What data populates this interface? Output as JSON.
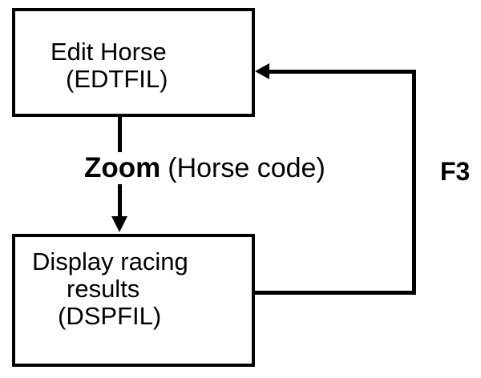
{
  "diagram": {
    "background_color": "#ffffff",
    "line_color": "#000000",
    "nodes": {
      "edit_horse": {
        "line1": "Edit Horse",
        "line2": "(EDTFIL)"
      },
      "display_results": {
        "line1": "Display racing",
        "line2": "results",
        "line3": "(DSPFIL)"
      }
    },
    "edges": {
      "zoom": {
        "keyword": "Zoom",
        "detail": "(Horse code)",
        "direction": "edit_horse -> display_results"
      },
      "f3": {
        "label": "F3",
        "direction": "display_results -> edit_horse"
      }
    }
  }
}
